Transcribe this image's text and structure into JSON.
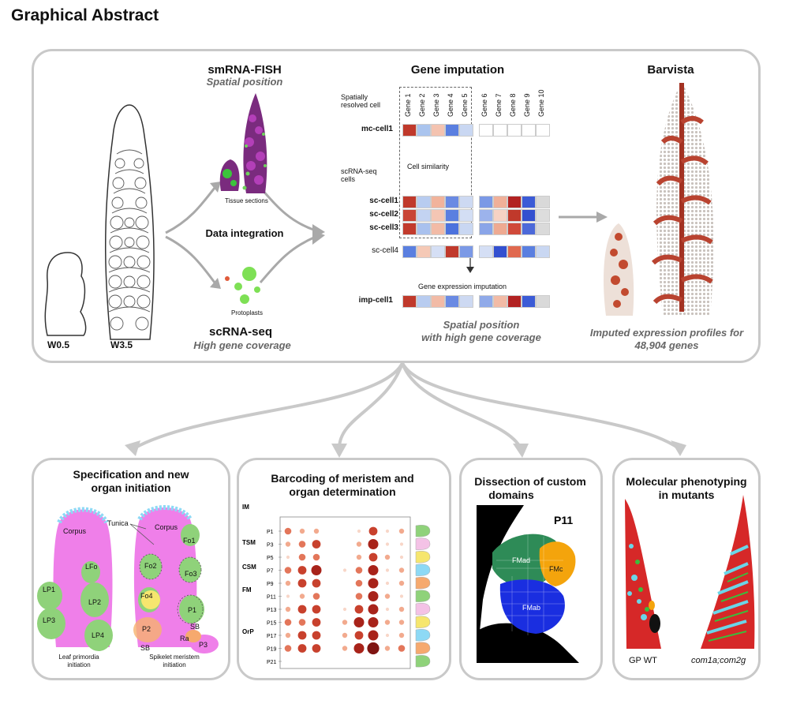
{
  "page_title": "Graphical Abstract",
  "top": {
    "stage_labels": [
      "W0.5",
      "W3.5"
    ],
    "fish": {
      "title": "smRNA-FISH",
      "subtitle": "Spatial position",
      "caption": "Tissue sections"
    },
    "integration": "Data integration",
    "scrna": {
      "title": "scRNA-seq",
      "subtitle": "High gene coverage",
      "caption": "Protoplasts"
    },
    "imputation": {
      "title": "Gene imputation",
      "spatial_label": "Spatially resolved cell",
      "scrna_label": "scRNA-seq cells",
      "similarity": "Cell similarity",
      "expr_label": "Gene expression imputation",
      "footer_line1": "Spatial position",
      "footer_line2": "with high gene coverage",
      "genes": [
        "Gene 1",
        "Gene 2",
        "Gene 3",
        "Gene 4",
        "Gene 5",
        "Gene 6",
        "Gene 7",
        "Gene 8",
        "Gene 9",
        "Gene 10"
      ],
      "rows": [
        {
          "name": "mc-cell1",
          "bold": true,
          "colors": [
            "#c0392b",
            "#aac4ee",
            "#f4c3b0",
            "#5a7fe0",
            "#c9d7f2",
            "#fff",
            "#fff",
            "#fff",
            "#fff",
            "#fff"
          ]
        },
        {
          "name": "sc-cell1",
          "bold": true,
          "colors": [
            "#c0392b",
            "#b8ccf0",
            "#f1b39b",
            "#6a8ae3",
            "#cdd9f2",
            "#7b99e6",
            "#f0b099",
            "#b22222",
            "#3b5bd6",
            "#d9d9d9"
          ]
        },
        {
          "name": "sc-cell2",
          "bold": true,
          "colors": [
            "#c94536",
            "#c3d3f2",
            "#f4c6b4",
            "#5a7fe0",
            "#d3def4",
            "#9cb3ec",
            "#f6d2c4",
            "#c0392b",
            "#3350d0",
            "#dddddd"
          ]
        },
        {
          "name": "sc-cell3",
          "bold": true,
          "colors": [
            "#c23b2d",
            "#a9c1ee",
            "#f2bba6",
            "#4c72dd",
            "#c9d7f2",
            "#8aa5e8",
            "#eeaa92",
            "#d04a3a",
            "#4c69d9",
            "#dadada"
          ]
        },
        {
          "name": "sc-cell4",
          "bold": false,
          "colors": [
            "#5a7fe0",
            "#f5c9b6",
            "#d5dff5",
            "#c0392b",
            "#7b99e6",
            "#d5dff5",
            "#3350d0",
            "#e0694f",
            "#5a7fe0",
            "#c9d7f2"
          ]
        },
        {
          "name": "imp-cell1",
          "bold": true,
          "colors": [
            "#c0392b",
            "#b8ccf0",
            "#f2bba6",
            "#6a8ae3",
            "#cdd9f2",
            "#90aae9",
            "#f2bba6",
            "#b22222",
            "#3b5bd6",
            "#d9d9d9"
          ]
        }
      ]
    },
    "barvista": {
      "title": "Barvista",
      "caption_line1": "Imputed expression profiles for",
      "caption_line2": "48,904 genes"
    }
  },
  "bottom": {
    "spec": {
      "title_line1": "Specification and new",
      "title_line2": "organ initiation",
      "left_labels": [
        "Corpus",
        "LFo",
        "LP1",
        "LP2",
        "LP3",
        "LP4"
      ],
      "right_labels": [
        "Tunica",
        "Corpus",
        "Fo1",
        "Fo2",
        "Fo3",
        "Fo4",
        "P1",
        "SB",
        "P2",
        "Ra",
        "SB",
        "P3"
      ],
      "caption_left": [
        "Leaf primordia",
        "initiation"
      ],
      "caption_right": [
        "Spikelet meristem",
        "initiation"
      ]
    },
    "barcode": {
      "title_line1": "Barcoding of meristem and",
      "title_line2": "organ determination",
      "groups": [
        "IM",
        "TSM",
        "CSM",
        "FM",
        "OrP"
      ],
      "rows": [
        "P1",
        "P3",
        "P5",
        "P7",
        "P9",
        "P11",
        "P13",
        "P15",
        "P17",
        "P19",
        "P21"
      ]
    },
    "dissect": {
      "title_line1": "Dissection of custom",
      "title_line2": "domains",
      "plastochron": "P11",
      "domains": [
        "FMad",
        "FMc",
        "FMab"
      ]
    },
    "mutants": {
      "title_line1": "Molecular phenotyping",
      "title_line2": "in mutants",
      "left_label": "GP WT",
      "right_label": "com1a;com2g"
    }
  },
  "colors": {
    "panel_border": "#c9c9c9",
    "arrow": "#a9a9a9",
    "magenta": "#ef7fe9",
    "green": "#8fd27a",
    "navy_blue": "#1a2ee0",
    "forest_green": "#2e8b57",
    "orange": "#f4a40c"
  }
}
